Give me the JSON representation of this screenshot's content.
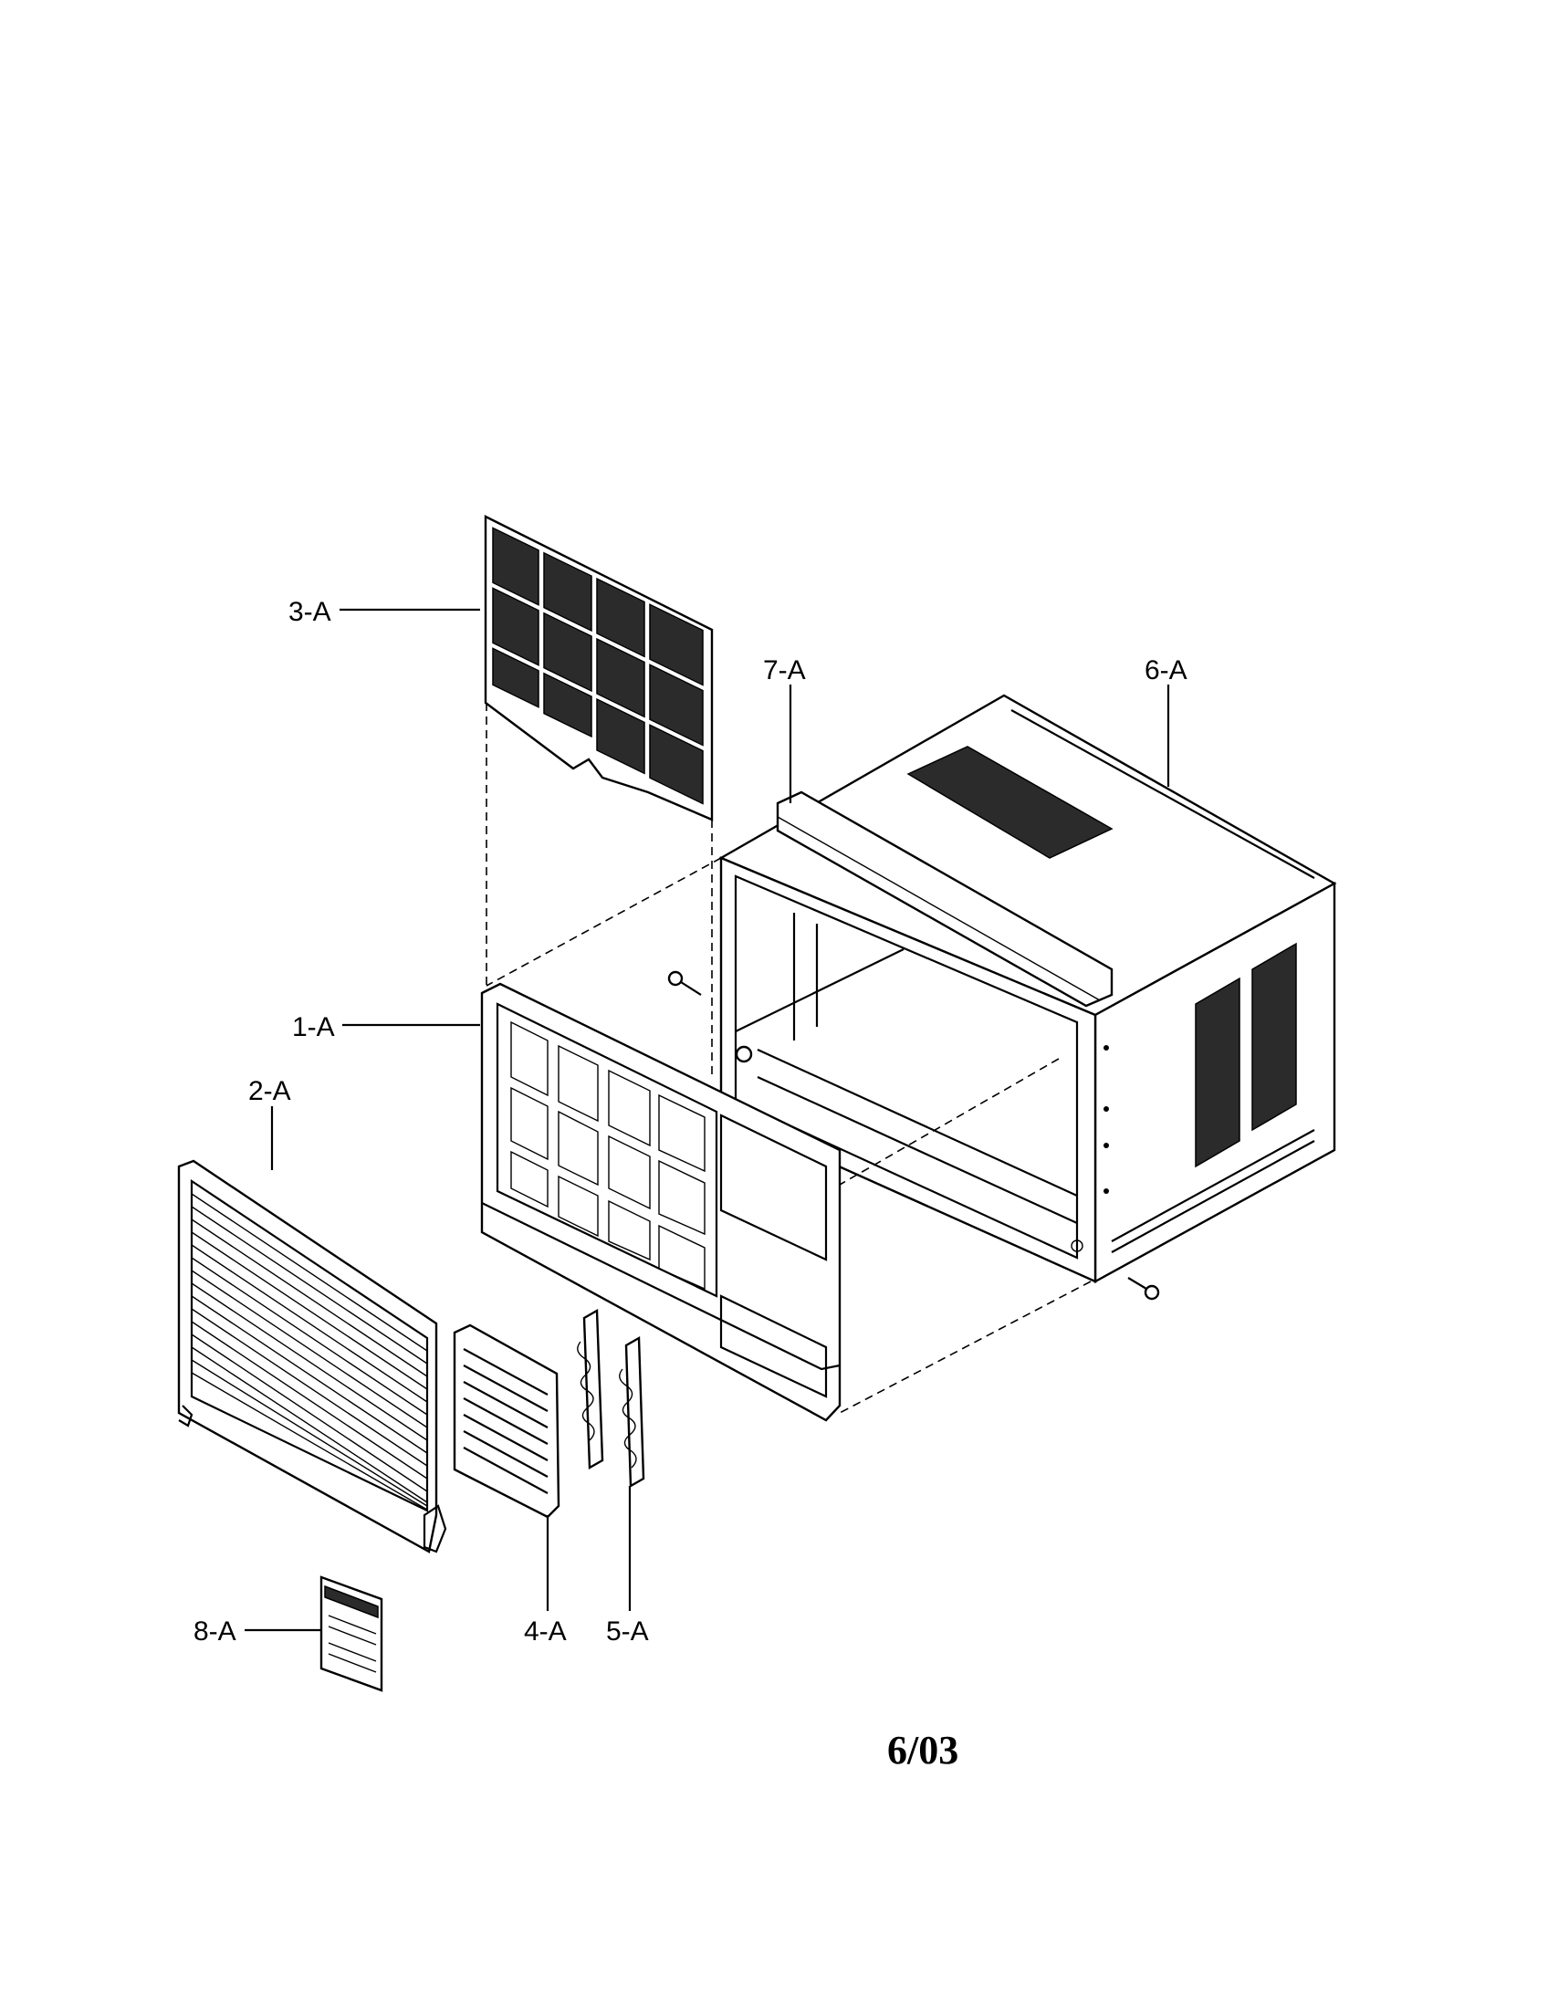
{
  "diagram": {
    "callouts": [
      {
        "id": "1-A",
        "label": "1-A"
      },
      {
        "id": "2-A",
        "label": "2-A"
      },
      {
        "id": "3-A",
        "label": "3-A"
      },
      {
        "id": "4-A",
        "label": "4-A"
      },
      {
        "id": "5-A",
        "label": "5-A"
      },
      {
        "id": "6-A",
        "label": "6-A"
      },
      {
        "id": "7-A",
        "label": "7-A"
      },
      {
        "id": "8-A",
        "label": "8-A"
      }
    ],
    "revision_date": "6/03"
  }
}
